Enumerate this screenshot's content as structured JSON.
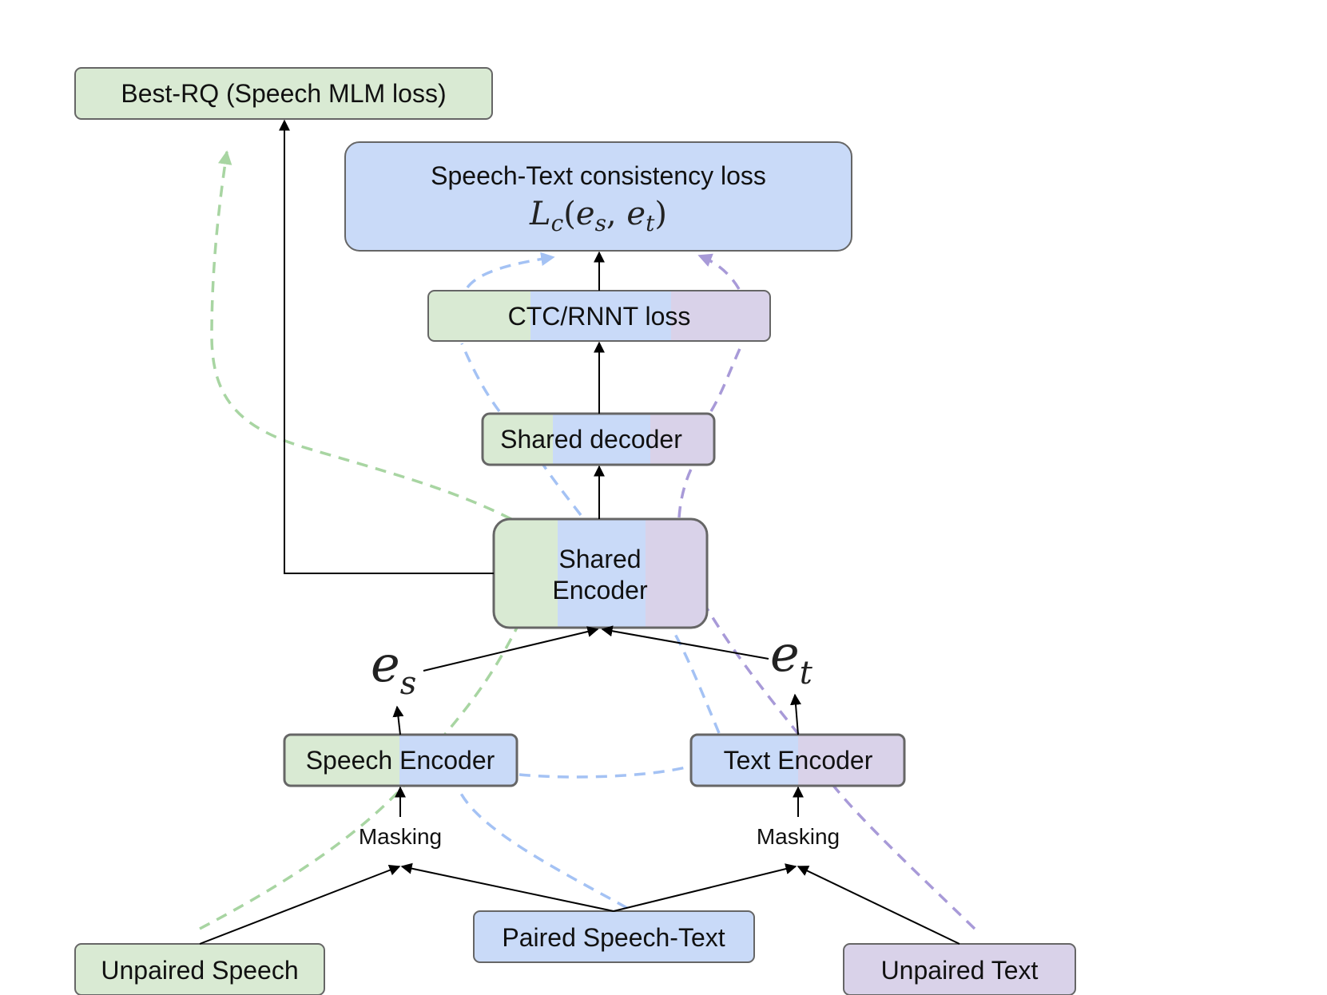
{
  "colors": {
    "speech_green": "#d9ead3",
    "paired_blue": "#c9daf8",
    "text_purple": "#d9d2e9",
    "border": "#666666",
    "green_dash": "#a8d5a2",
    "blue_dash": "#a4c2f4",
    "purple_dash": "#a89ad8",
    "arrow": "#000000"
  },
  "boxes": {
    "best_rq": "Best-RQ (Speech MLM loss)",
    "consistency_title": "Speech-Text consistency loss",
    "consistency_formula": "L_c(e_s, e_t)",
    "ctc_rnnt": "CTC/RNNT loss",
    "shared_decoder": "Shared decoder",
    "shared_encoder_line1": "Shared",
    "shared_encoder_line2": "Encoder",
    "speech_encoder": "Speech Encoder",
    "text_encoder": "Text Encoder",
    "unpaired_speech": "Unpaired Speech",
    "paired_speech_text": "Paired Speech-Text",
    "unpaired_text": "Unpaired Text"
  },
  "labels": {
    "masking_left": "Masking",
    "masking_right": "Masking",
    "e_s": "e_s",
    "e_t": "e_t"
  }
}
